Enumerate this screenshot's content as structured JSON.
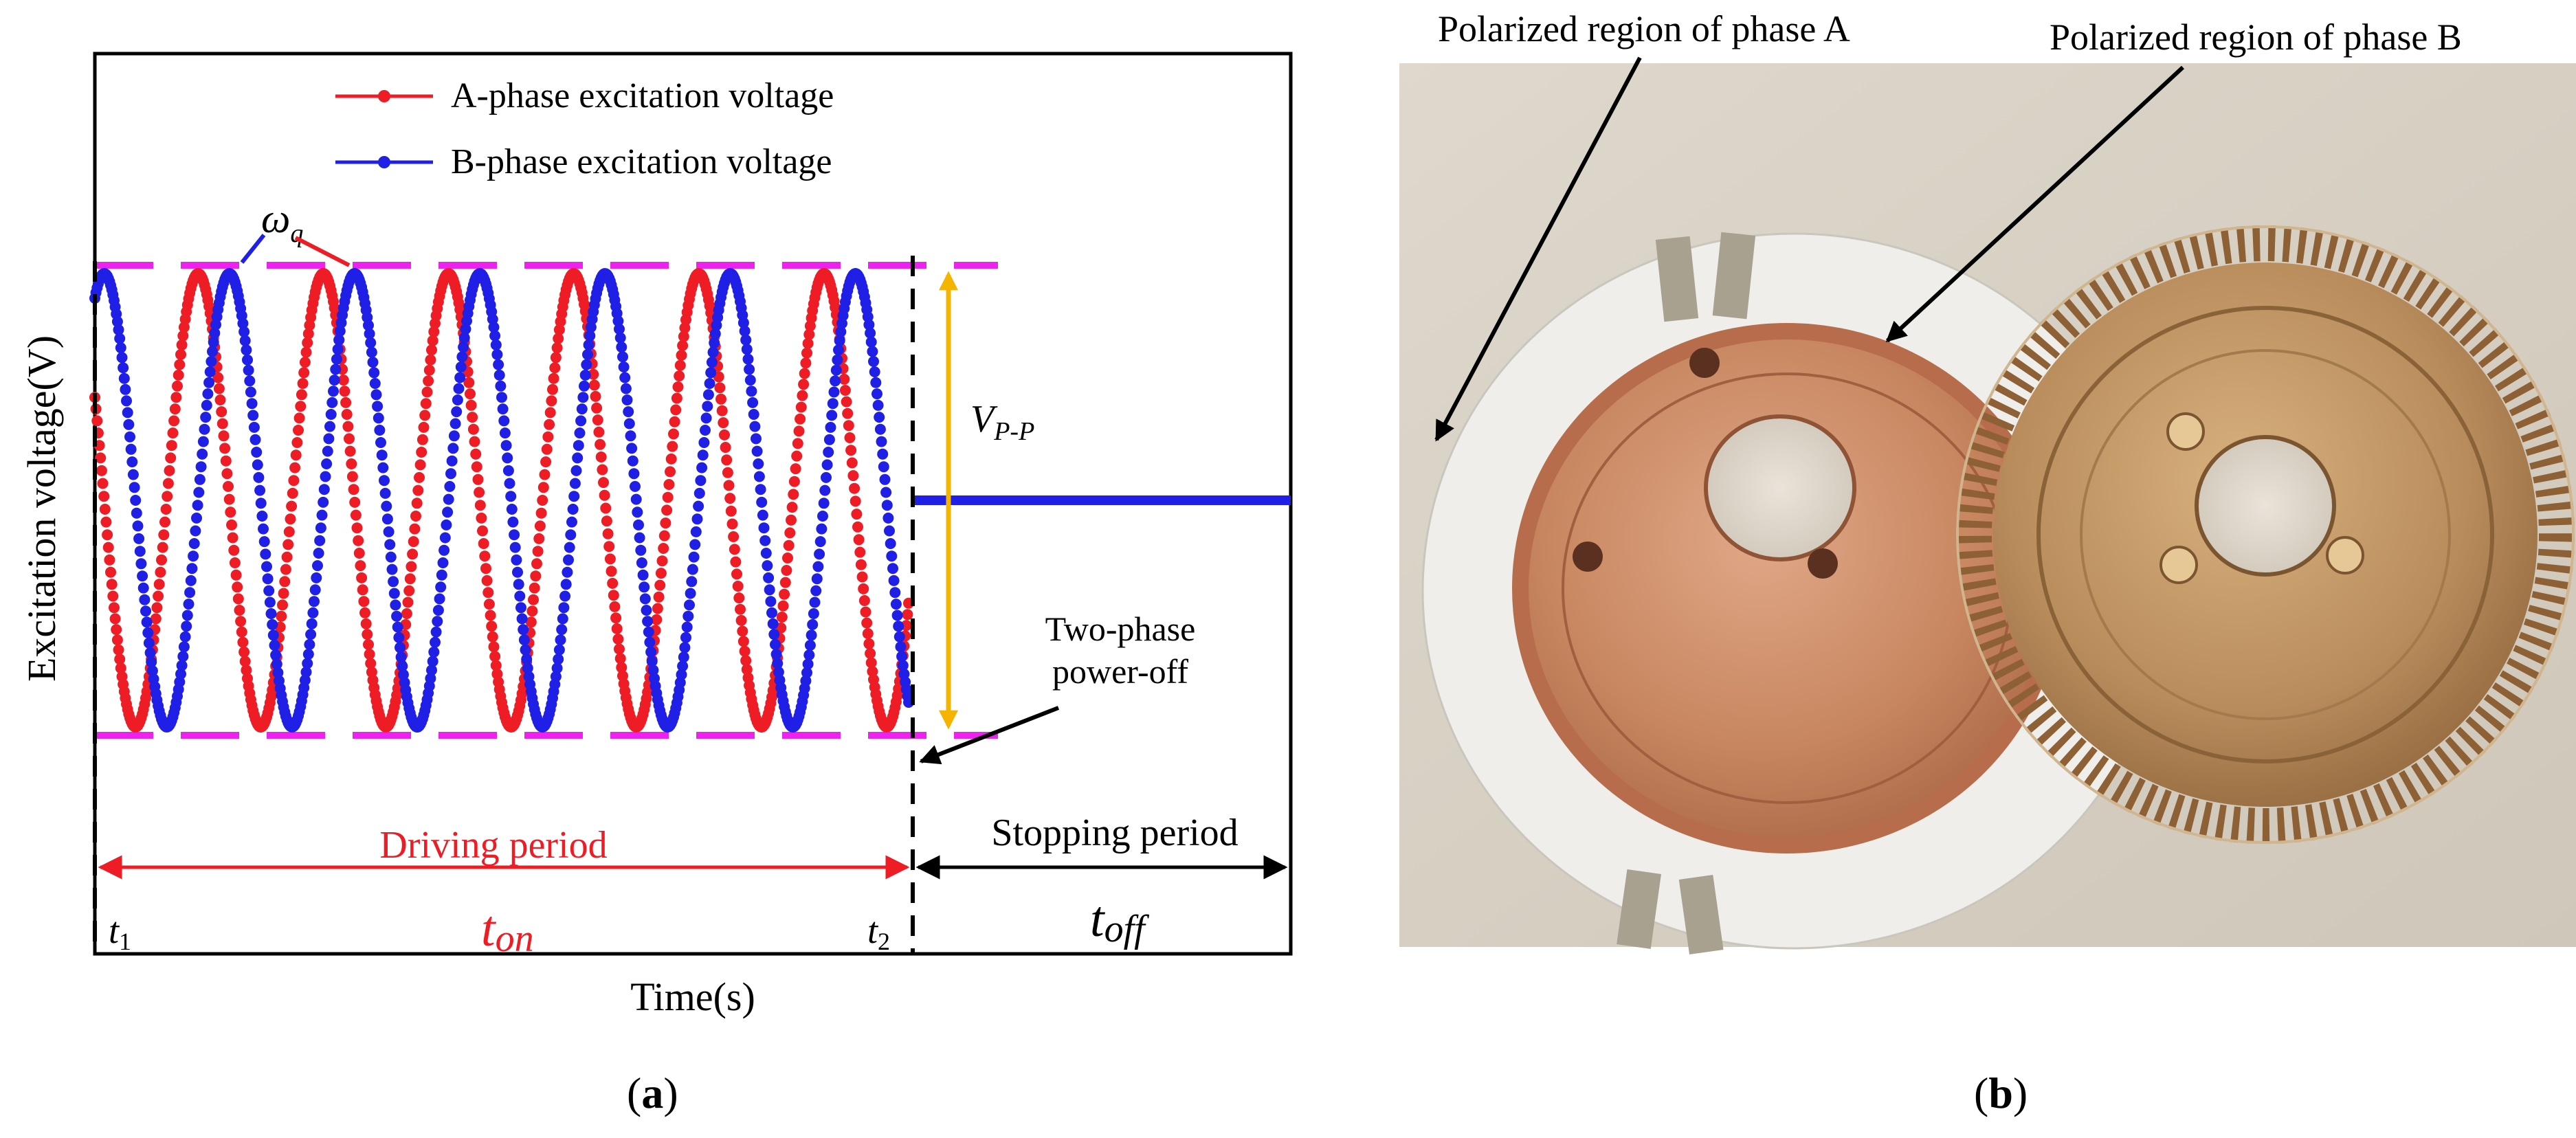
{
  "panel_a": {
    "ylabel": "Excitation voltage(V)",
    "xlabel": "Time(s)",
    "legend": [
      {
        "label": "A-phase excitation voltage",
        "color": "#ee1c24"
      },
      {
        "label": "B-phase excitation voltage",
        "color": "#1f1fe6"
      }
    ],
    "annotations": {
      "omega": "ω",
      "omega_sub": "q",
      "vpp": "V",
      "vpp_sub": "P-P",
      "power_off_line1": "Two-phase",
      "power_off_line2": "power-off",
      "driving_period": "Driving period",
      "stopping_period": "Stopping period",
      "t1": "t",
      "t1_sub": "1",
      "t2": "t",
      "t2_sub": "2",
      "ton": "t",
      "ton_sub": "on",
      "toff": "t",
      "toff_sub": "off"
    },
    "colors": {
      "envelope": "#ee22ee",
      "vpp_arrow": "#f5b400",
      "driving_text": "#ee1c24"
    },
    "caption": "(a)"
  },
  "panel_b": {
    "label_a": "Polarized region of phase A",
    "label_b": "Polarized region of phase B",
    "caption": "(b)",
    "colors": {
      "background": "#d9d2c6",
      "ceramic": "#ecebe7",
      "copper": "#c98a66",
      "brass": "#b5895a"
    }
  },
  "chart_data": {
    "type": "line",
    "series": [
      {
        "name": "A-phase excitation voltage",
        "waveform": "sine",
        "cycles": 6.5,
        "during": "driving period",
        "after": "off"
      },
      {
        "name": "B-phase excitation voltage",
        "waveform": "sine",
        "cycles": 6.5,
        "phase_offset_deg": 90,
        "during": "driving period",
        "after": "off"
      }
    ],
    "phases": [
      "Driving period",
      "Stopping period"
    ],
    "xlabel": "Time(s)",
    "ylabel": "Excitation voltage(V)",
    "legend_position": "top-center",
    "grid": false
  }
}
